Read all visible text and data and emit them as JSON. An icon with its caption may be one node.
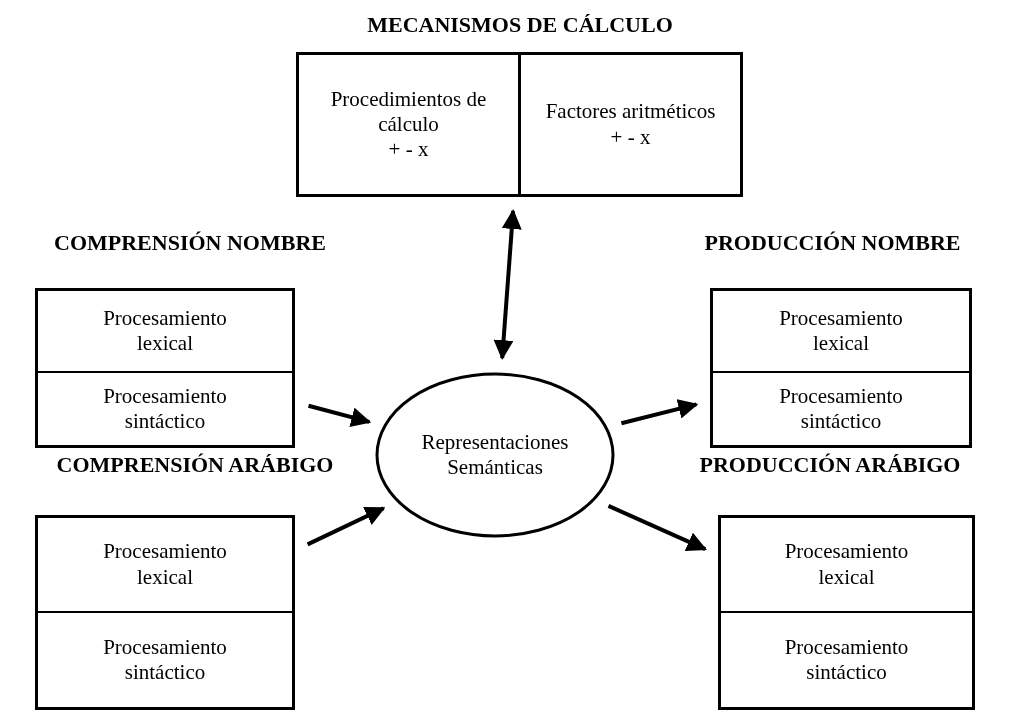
{
  "diagram": {
    "nodes": [
      {
        "text": [
          "MECANISMOS DE CÁLCULO"
        ]
      },
      {
        "text": [
          "Procedimientos de cálculo",
          "+ - x"
        ],
        "in": 0
      },
      {
        "text": [
          "Factores aritméticos",
          "+ - x"
        ],
        "in": 0
      },
      {
        "text": [
          "COMPRENSIÓN NOMBRE"
        ]
      },
      {
        "text": [
          "Procesamiento lexical"
        ],
        "in": 3
      },
      {
        "text": [
          "Procesamiento sintáctico"
        ],
        "in": 3
      },
      {
        "text": [
          "PRODUCCIÓN NOMBRE"
        ]
      },
      {
        "text": [
          "Procesamiento lexical"
        ],
        "in": 6
      },
      {
        "text": [
          "Procesamiento sintáctico"
        ],
        "in": 6
      },
      {
        "text": [
          "Representaciones Semánticas"
        ]
      },
      {
        "text": [
          "COMPRENSIÓN ARÁBIGO"
        ]
      },
      {
        "text": [
          "Procesamiento lexical"
        ],
        "in": 10
      },
      {
        "text": [
          "Procesamiento sintáctico"
        ],
        "in": 10
      },
      {
        "text": [
          "PRODUCCIÓN ARÁBIGO"
        ]
      },
      {
        "text": [
          "Procesamiento lexical"
        ],
        "in": 13
      },
      {
        "text": [
          "Procesamiento sintáctico"
        ],
        "in": 13
      }
    ],
    "edges": [
      {
        "from": 0,
        "to": 9,
        "arrow": "both"
      },
      {
        "from": 3,
        "to": 9,
        "arrow": "to"
      },
      {
        "from": 9,
        "to": 6,
        "arrow": "to"
      },
      {
        "from": 10,
        "to": 9,
        "arrow": "to"
      },
      {
        "from": 9,
        "to": 13,
        "arrow": "to"
      }
    ]
  }
}
